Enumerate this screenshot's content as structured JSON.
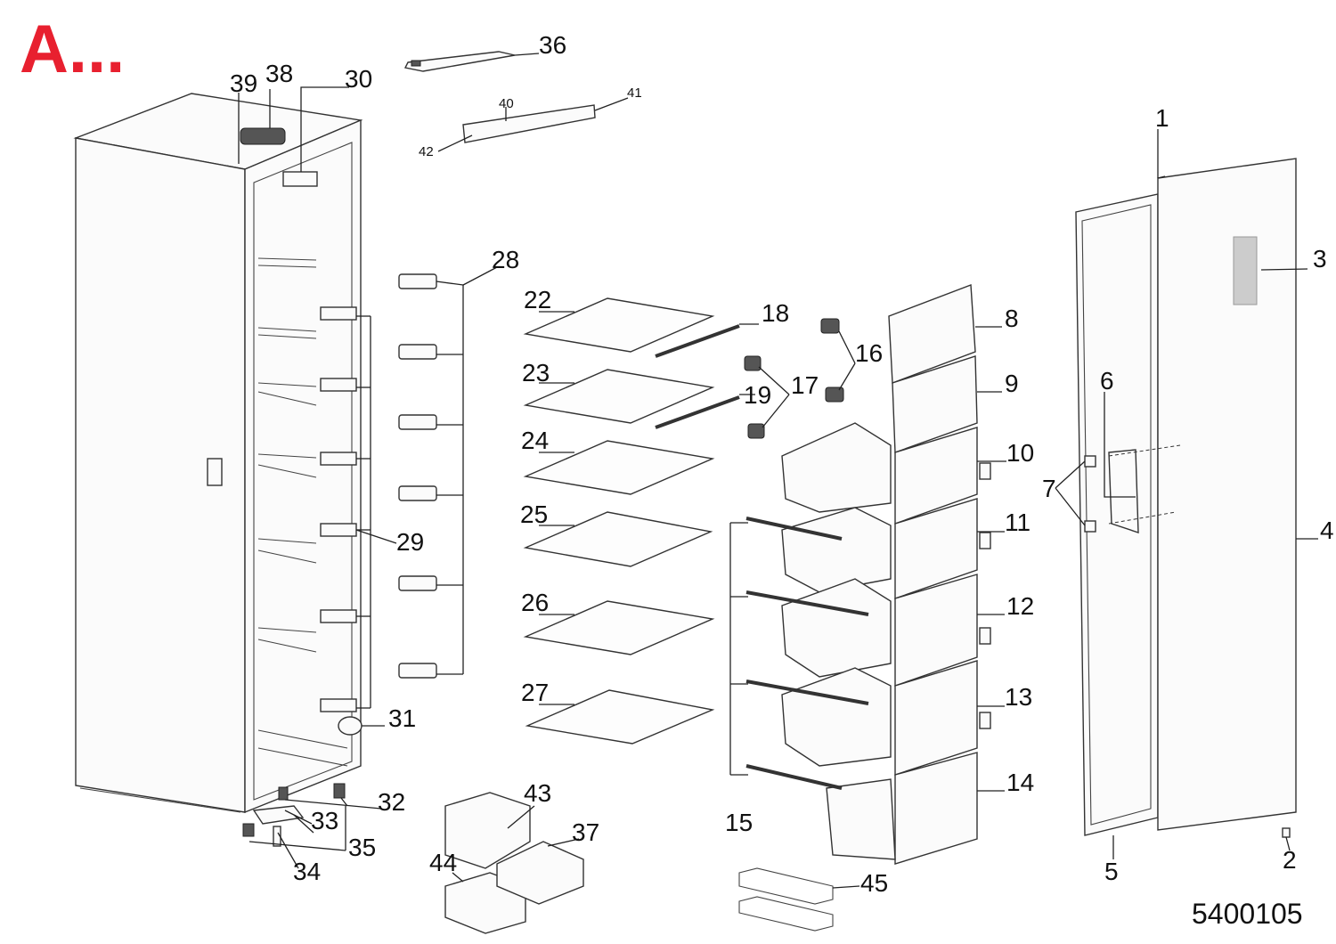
{
  "section_mark": "A...",
  "drawing_number": "5400105",
  "colors": {
    "section_mark": "#e8202f",
    "line": "#222222"
  },
  "callouts": {
    "c1": "1",
    "c2": "2",
    "c3": "3",
    "c4": "4",
    "c5": "5",
    "c6": "6",
    "c7": "7",
    "c8": "8",
    "c9": "9",
    "c10": "10",
    "c11": "11",
    "c12": "12",
    "c13": "13",
    "c14": "14",
    "c15": "15",
    "c16": "16",
    "c17": "17",
    "c18": "18",
    "c19": "19",
    "c22": "22",
    "c23": "23",
    "c24": "24",
    "c25": "25",
    "c26": "26",
    "c27": "27",
    "c28": "28",
    "c29": "29",
    "c30": "30",
    "c31": "31",
    "c32": "32",
    "c33": "33",
    "c34": "34",
    "c35": "35",
    "c36": "36",
    "c37": "37",
    "c38": "38",
    "c39": "39",
    "c40": "40",
    "c41": "41",
    "c42": "42",
    "c43": "43",
    "c44": "44",
    "c45": "45"
  }
}
